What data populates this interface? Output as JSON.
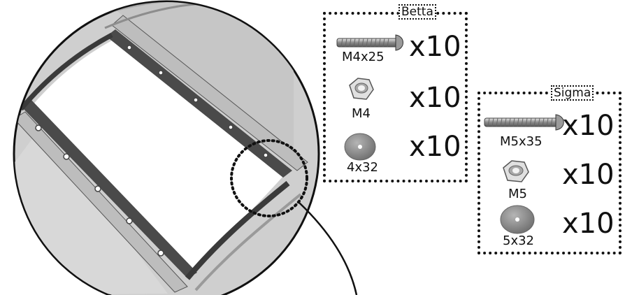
{
  "kits": [
    {
      "title": "Betta",
      "parts": [
        {
          "icon": "bolt-icon",
          "label": "M4x25",
          "quantity": "x10"
        },
        {
          "icon": "hex-nut-icon",
          "label": "M4",
          "quantity": "x10"
        },
        {
          "icon": "washer-icon",
          "label": "4x32",
          "quantity": "x10"
        }
      ]
    },
    {
      "title": "Sigma",
      "parts": [
        {
          "icon": "bolt-icon",
          "label": "M5x35",
          "quantity": "x10"
        },
        {
          "icon": "hex-nut-icon",
          "label": "M5",
          "quantity": "x10"
        },
        {
          "icon": "washer-icon",
          "label": "5x32",
          "quantity": "x10"
        }
      ]
    }
  ],
  "colors": {
    "frame": "#3a3a3a",
    "panel_grey": "#cfcfcf",
    "opening": "#ffffff",
    "outline": "#111111"
  }
}
